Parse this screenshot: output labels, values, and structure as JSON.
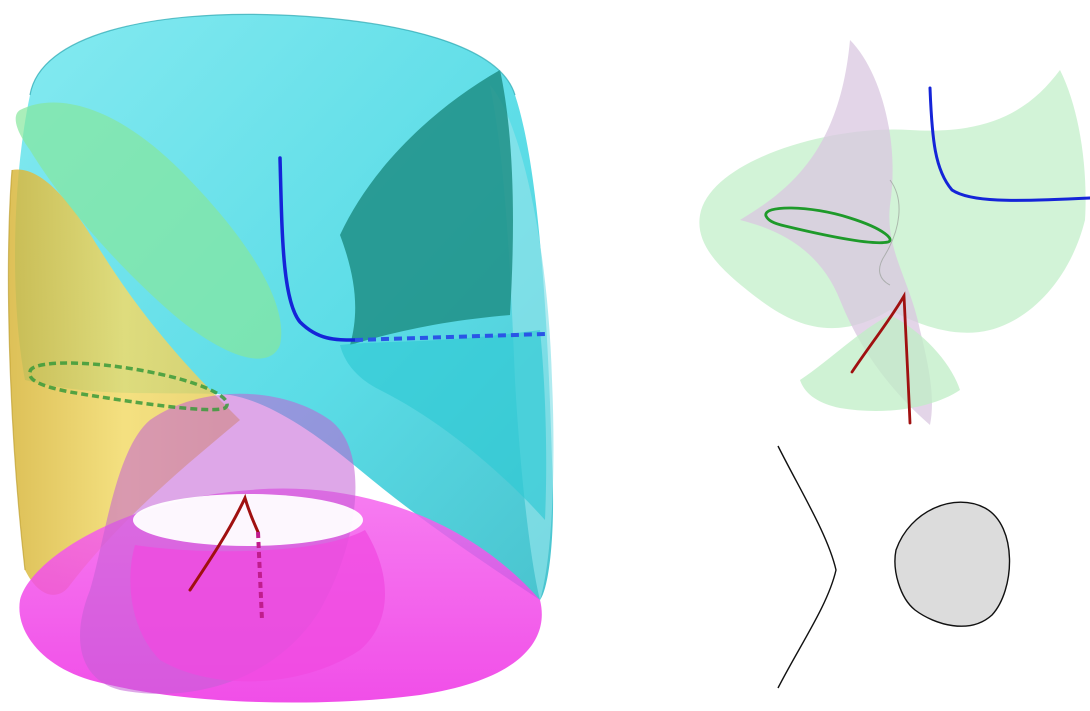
{
  "figure": {
    "colors": {
      "cyan_surface": "#3ed6e2",
      "dark_teal_surface": "#1b8c84",
      "yellow_surface": "#e9cf5a",
      "green_surface": "#7ee38a",
      "magenta_surface": "#f23ce8",
      "violet_surface": "#b07ac8",
      "blue_curve": "#1524d8",
      "green_curve": "#1e9a2a",
      "red_curve": "#a01010",
      "pale_green": "#bfeec6",
      "pale_violet": "#d9c7e0",
      "gray_fill": "#dcdcdc",
      "black_outline": "#111111"
    },
    "panels": [
      {
        "name": "main-3d-surface",
        "curves": [
          "blue-curve",
          "green-dashed-loop",
          "red-cusp-curve"
        ]
      },
      {
        "name": "small-3d-surface",
        "curves": [
          "blue-curve",
          "green-loop",
          "red-cusp-curve"
        ]
      },
      {
        "name": "planar-curve-section",
        "curves": [
          "hyperbola-branch",
          "oval"
        ]
      }
    ]
  }
}
